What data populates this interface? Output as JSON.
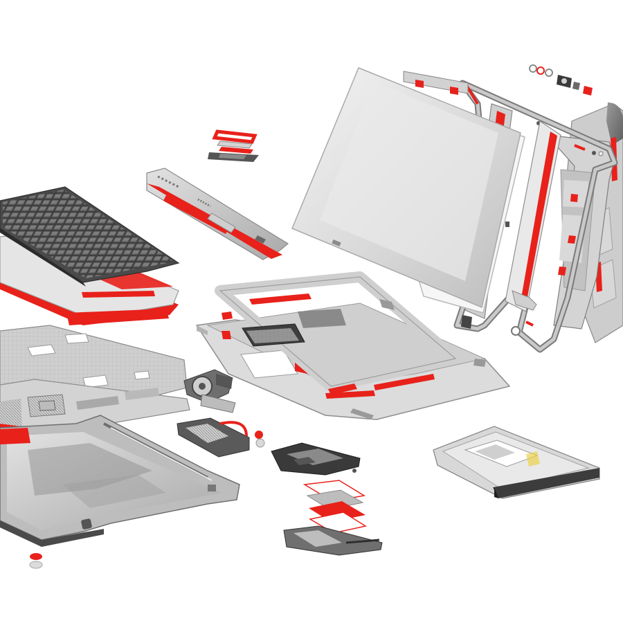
{
  "scene": {
    "background": "#ffffff",
    "accent_color": "#e8211b",
    "metal_light": "#d9d9d9",
    "metal_mid": "#b3b3b3",
    "metal_dark": "#6f6f6f",
    "keycap_color": "#5a5a5a",
    "parts": [
      "keyboard",
      "palmrest-shield",
      "motherboard-shield",
      "motherboard",
      "bottom-chassis",
      "cooling-fan",
      "heatsink",
      "speaker-strip",
      "small-board-stack",
      "display-panel",
      "display-frame",
      "display-back-cover",
      "top-cover-frame",
      "touchpad-bracket",
      "card-reader-stack",
      "optical-drive",
      "webcam-module",
      "rubber-feet"
    ]
  }
}
